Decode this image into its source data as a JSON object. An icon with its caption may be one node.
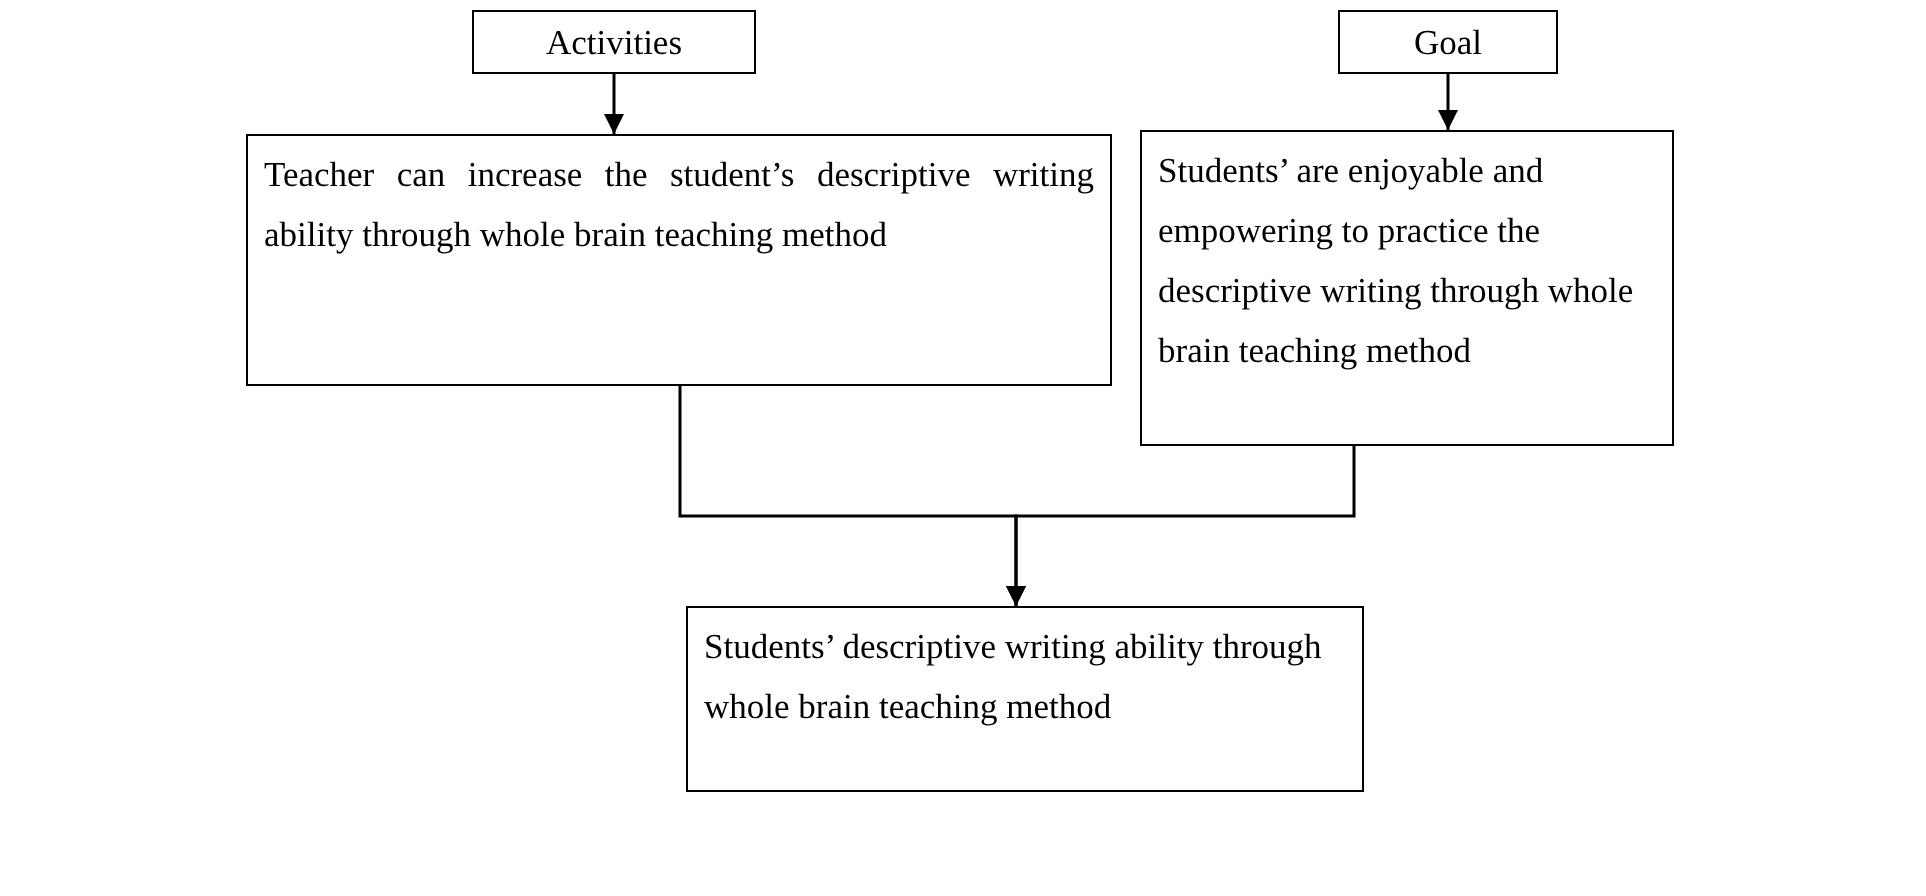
{
  "diagram": {
    "nodes": [
      {
        "text": [
          "Activities"
        ]
      },
      {
        "text": [
          "Goal"
        ]
      },
      {
        "text": [
          "Teacher can increase the student’s descriptive writing ability through whole brain teaching method"
        ]
      },
      {
        "text": [
          "Students’ are enjoyable and empowering to practice the descriptive writing through whole brain teaching method"
        ]
      },
      {
        "text": [
          "Students’ descriptive writing ability through whole brain teaching method"
        ]
      }
    ],
    "edges": [
      {
        "from": 0,
        "to": 2,
        "arrow": "to"
      },
      {
        "from": 1,
        "to": 3,
        "arrow": "to"
      },
      {
        "from": 2,
        "to": 4,
        "arrow": "to"
      },
      {
        "from": 3,
        "to": 4,
        "arrow": "to"
      }
    ]
  }
}
